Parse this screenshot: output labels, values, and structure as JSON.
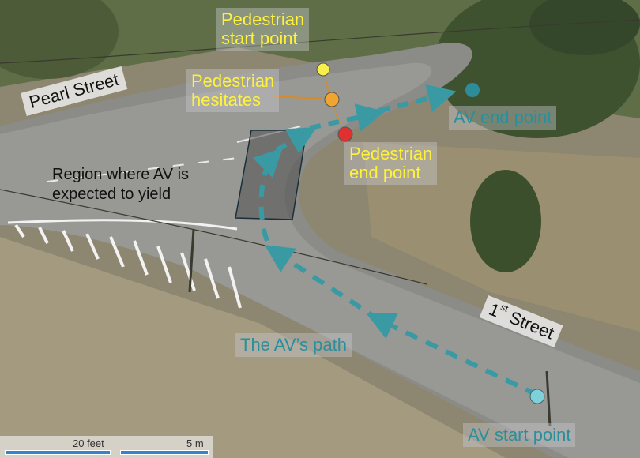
{
  "labels": {
    "pedestrian_start": [
      "Pedestrian",
      "start point"
    ],
    "pedestrian_hesitates": [
      "Pedestrian",
      "hesitates"
    ],
    "pedestrian_end": [
      "Pedestrian",
      "end point"
    ],
    "av_end": "AV end point",
    "av_start": "AV start point",
    "av_path": "The AV’s path",
    "yield_region": [
      "Region where AV is",
      "expected to yield"
    ],
    "pearl_street": "Pearl Street",
    "first_street_num": "1",
    "first_street_sup": "st",
    "first_street_rest": " Street"
  },
  "scale": {
    "feet": "20 feet",
    "meters": "5 m"
  },
  "colors": {
    "path": "#3a9aa4",
    "pedestrian_start": "#f7f04a",
    "pedestrian_hesitate": "#f0a530",
    "pedestrian_end": "#e03030",
    "av_end": "#2e8c98",
    "av_start": "#7fd0d8",
    "label_yellow": "#fff23a",
    "label_teal": "#2a8f9c"
  }
}
